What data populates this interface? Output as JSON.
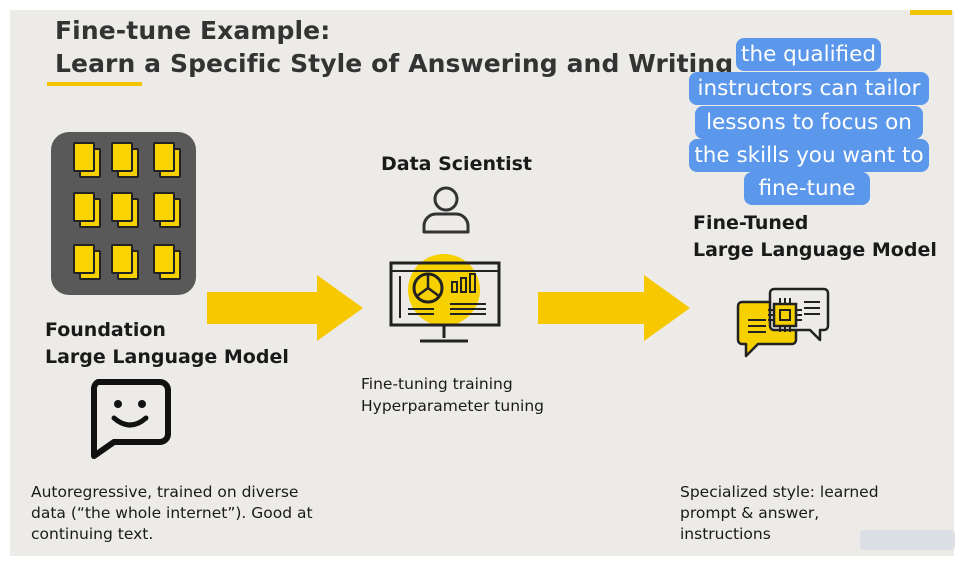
{
  "title": {
    "line1": "Fine-tune Example:",
    "line2": "Learn a Specific Style of Answering and Writing"
  },
  "foundation": {
    "label_line1": "Foundation",
    "label_line2": "Large Language Model",
    "desc_line1": "Autoregressive, trained on diverse",
    "desc_line2": "data (“the whole internet”). Good at",
    "desc_line3": "continuing text."
  },
  "data_scientist": {
    "label": "Data Scientist",
    "desc_line1": "Fine-tuning training",
    "desc_line2": "Hyperparameter tuning"
  },
  "fine_tuned": {
    "label_line1": "Fine-Tuned",
    "label_line2": "Large Language Model",
    "desc_line1": "Specialized style: learned",
    "desc_line2": "prompt & answer,",
    "desc_line3": "instructions"
  },
  "annotation": {
    "line1": "the qualified",
    "line2": "instructors can tailor",
    "line3": "lessons to focus on",
    "line4": "the skills you want to",
    "line5": "fine-tune"
  },
  "icons": {
    "documents": "documents-icon",
    "chat": "smiley-chat-icon",
    "person": "person-icon",
    "monitor": "dashboard-monitor-icon",
    "chip_chat": "chip-chat-icon"
  },
  "colors": {
    "accent": "#f5c400",
    "background": "#ecebe7",
    "annotation": "#5b97ea",
    "doc_box": "#595959"
  }
}
